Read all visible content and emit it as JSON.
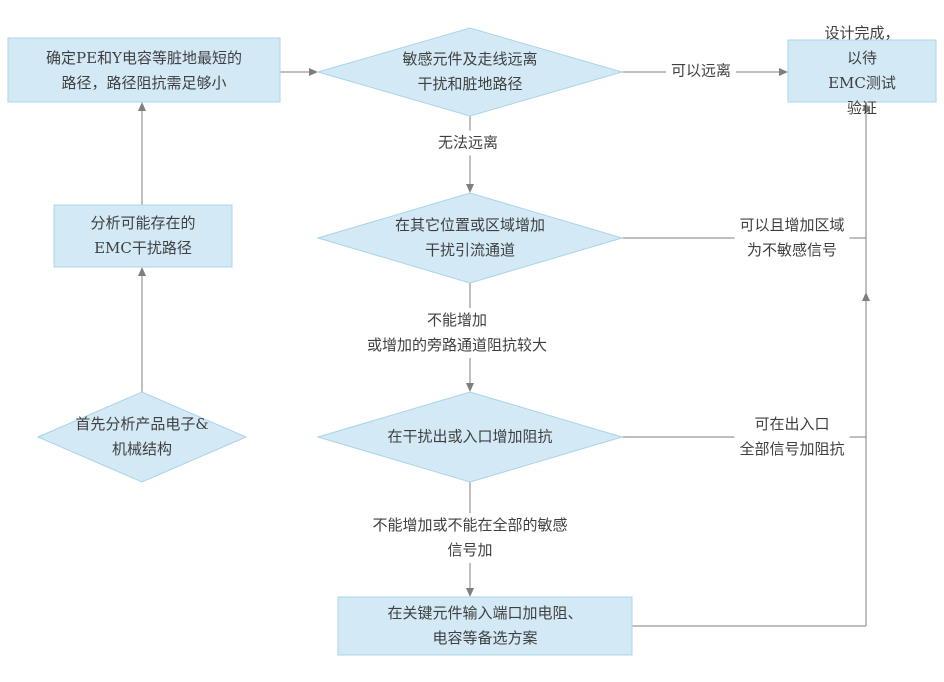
{
  "diagram": {
    "type": "flowchart",
    "nodes": {
      "pe_path": {
        "text": "确定PE和Y电容等脏地最短的\n路径，路径阻抗需足够小"
      },
      "sensitive_decision": {
        "text": "敏感元件及走线远离\n干扰和脏地路径"
      },
      "design_done": {
        "text": "设计完成，以待\nEMC测试验证"
      },
      "analyze_emc": {
        "text": "分析可能存在的\nEMC干扰路径"
      },
      "bypass_decision": {
        "text": "在其它位置或区域增加\n干扰引流通道"
      },
      "impedance_decision": {
        "text": "在干扰出或入口增加阻抗"
      },
      "start_analysis": {
        "text": "首先分析产品电子&\n机械结构"
      },
      "fallback_plan": {
        "text": "在关键元件输入端口加电阻、\n电容等备选方案"
      }
    },
    "edge_labels": {
      "can_keep_away": "可以远离",
      "cannot_keep_away": "无法远离",
      "can_add_area": "可以且增加区域\n为不敏感信号",
      "cannot_add_bypass": "不能增加\n或增加的旁路通道阻抗较大",
      "can_add_impedance": "可在出入口\n全部信号加阻抗",
      "cannot_add_impedance": "不能增加或不能在全部的敏感\n信号加"
    },
    "colors": {
      "node_fill": "#d3eaf6",
      "node_border": "#a9d4e9",
      "line": "#7f7f7f",
      "text": "#3f3f3f",
      "background": "#ffffff"
    }
  }
}
